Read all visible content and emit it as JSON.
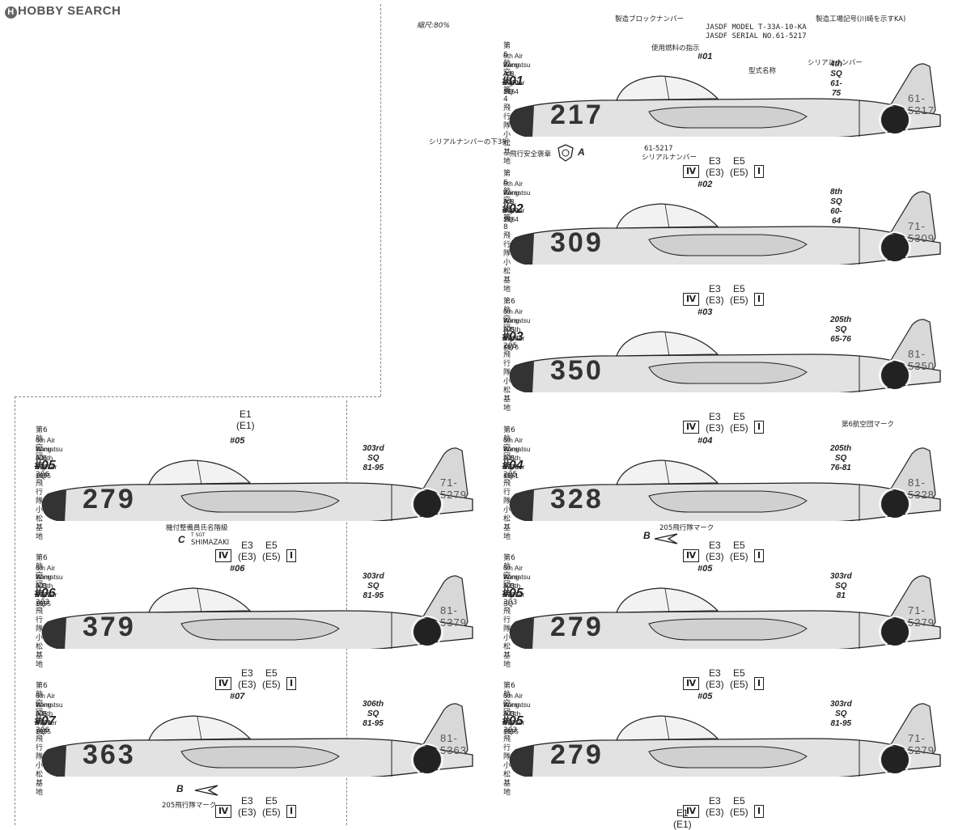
{
  "site": {
    "logo": "HOBBY SEARCH"
  },
  "scale": "縮尺:80%",
  "legend": {
    "roman4": "Ⅳ",
    "roman1": "Ⅰ",
    "e3": "E3",
    "e3p": "(E3)",
    "e5": "E5",
    "e5p": "(E5)",
    "e1": "E1",
    "e1p": "(E1)"
  },
  "annotations": {
    "block_number": "製造ブロックナンバー",
    "factory_code": "製造工場記号(川崎を示すKA)",
    "fuel_instruction": "使用燃料の指示",
    "serial_number": "シリアルナンバー",
    "model_name": "型式名称",
    "serial_lower3": "シリアルナンバーの下3桁",
    "safety_badge": "飛行安全褒章",
    "safety_letter": "A",
    "serial_small": "61-5217",
    "serial_small_label": "シリアルナンバー",
    "jasdf_model": "JASDF MODEL T-33A-10-KA",
    "jasdf_serial": "JASDF SERIAL NO.61-5217",
    "wing_mark": "第6航空団マーク",
    "mark205": "205飛行隊マーク",
    "mark205_letter": "B",
    "mark205b": "205飛行隊マーク",
    "mark205b_letter": "B",
    "crew_name": "機付整備員氏名階級",
    "crew_letter": "C",
    "crew_rank": "T SGT",
    "crew_surname": "SHIMAZAKI"
  },
  "aircraft": [
    {
      "id": "#01",
      "jp": "第6航空団 第4飛行隊 小松基地",
      "en1": "6th Air Wing 4th Fighter SQ",
      "en2": "Komatsu A.B. 1960-1964",
      "nose": "217",
      "tail": "61-5217",
      "sq": "4th SQ",
      "years": "61-75"
    },
    {
      "id": "#02",
      "jp": "第6航空団 第8飛行隊 小松基地",
      "en1": "6th Air Wing 8th Fighter SQ",
      "en2": "Komatsu A.B. 1960-1964",
      "nose": "309",
      "tail": "71-5309",
      "sq": "8th SQ",
      "years": "60-64"
    },
    {
      "id": "#03",
      "jp": "第6航空団 第205飛行隊 小松基地",
      "en1": "6th Air Wing 205th Fighter SQ",
      "en2": "Komatsu A.B. 1965-1976",
      "nose": "350",
      "tail": "81-5350",
      "sq": "205th SQ",
      "years": "65-76"
    },
    {
      "id": "#04",
      "jp": "第6航空団 第205飛行隊 小松基地",
      "en1": "6th Air Wing 205th Fighter SQ",
      "en2": "Komatsu A.B. 1976-1981",
      "nose": "328",
      "tail": "81-5328",
      "sq": "205th SQ",
      "years": "76-81"
    },
    {
      "id": "#05",
      "jp": "第6航空団 第306飛行隊 小松基地",
      "en1": "6th Air Wing 306th Fighter SQ",
      "en2": "Komatsu A.B. 1981-1995",
      "nose": "279",
      "tail": "71-5279",
      "sq": "303rd SQ",
      "years": "81-95"
    },
    {
      "id": "#06",
      "jp": "第6航空団 第303飛行隊 小松基地",
      "en1": "6th Air Wing 303th Fighter SQ",
      "en2": "Komatsu A.B. 1981-1995",
      "nose": "379",
      "tail": "81-5379",
      "sq": "303rd SQ",
      "years": "81-95"
    },
    {
      "id": "#07",
      "jp": "第6航空団 第306飛行隊 小松基地",
      "en1": "6th Air Wing 306th Fighter SQ",
      "en2": "Komatsu A.B. 1981-1995",
      "nose": "363",
      "tail": "81-5363",
      "sq": "306th SQ",
      "years": "81-95"
    },
    {
      "id": "#05",
      "jp": "第6航空団 第303飛行隊 小松基地",
      "en1": "6th Air Wing 303th Fighter SQ",
      "en2": "Komatsu A.B. 1981",
      "nose": "279",
      "tail": "71-5279",
      "sq": "303rd SQ",
      "years": "81"
    },
    {
      "id": "#05",
      "jp": "第6航空団 第303飛行隊 小松基地",
      "en1": "6th Air Wing 303th Fighter SQ",
      "en2": "Komatsu A.B. 1981-1995",
      "nose": "279",
      "tail": "71-5279",
      "sq": "303rd SQ",
      "years": "81-95"
    }
  ]
}
